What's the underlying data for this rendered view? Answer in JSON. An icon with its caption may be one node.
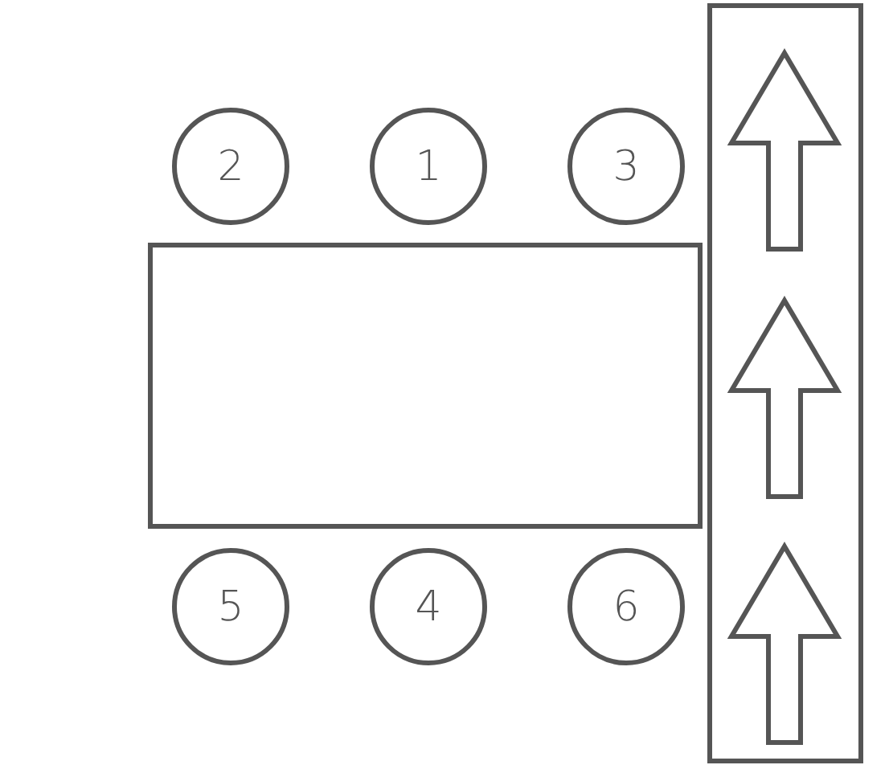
{
  "diagram": {
    "nodes": [
      {
        "text": [
          "2"
        ]
      },
      {
        "text": [
          "1"
        ]
      },
      {
        "text": [
          "3"
        ]
      },
      {
        "text": [],
        "shape": "box"
      },
      {
        "text": [
          "5"
        ]
      },
      {
        "text": [
          "4"
        ]
      },
      {
        "text": [
          "6"
        ]
      },
      {
        "text": [],
        "shape": "box"
      }
    ]
  }
}
